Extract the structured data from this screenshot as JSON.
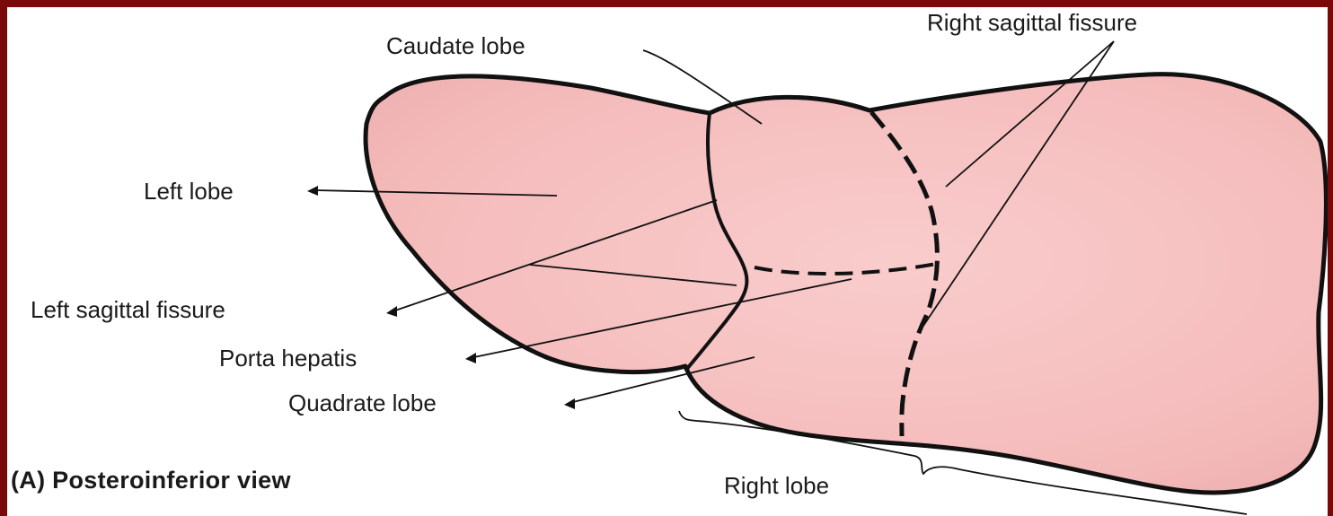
{
  "diagram": {
    "labels": {
      "caudate_lobe": "Caudate lobe",
      "right_sagittal_fissure": "Right sagittal fissure",
      "left_lobe": "Left lobe",
      "left_sagittal_fissure": "Left sagittal fissure",
      "porta_hepatis": "Porta hepatis",
      "quadrate_lobe": "Quadrate lobe",
      "right_lobe": "Right lobe"
    },
    "caption": "(A) Posteroinferior view"
  },
  "colors": {
    "frame": "#7a0a0a",
    "liver_fill": "#f7c3c3",
    "outline": "#111111"
  }
}
